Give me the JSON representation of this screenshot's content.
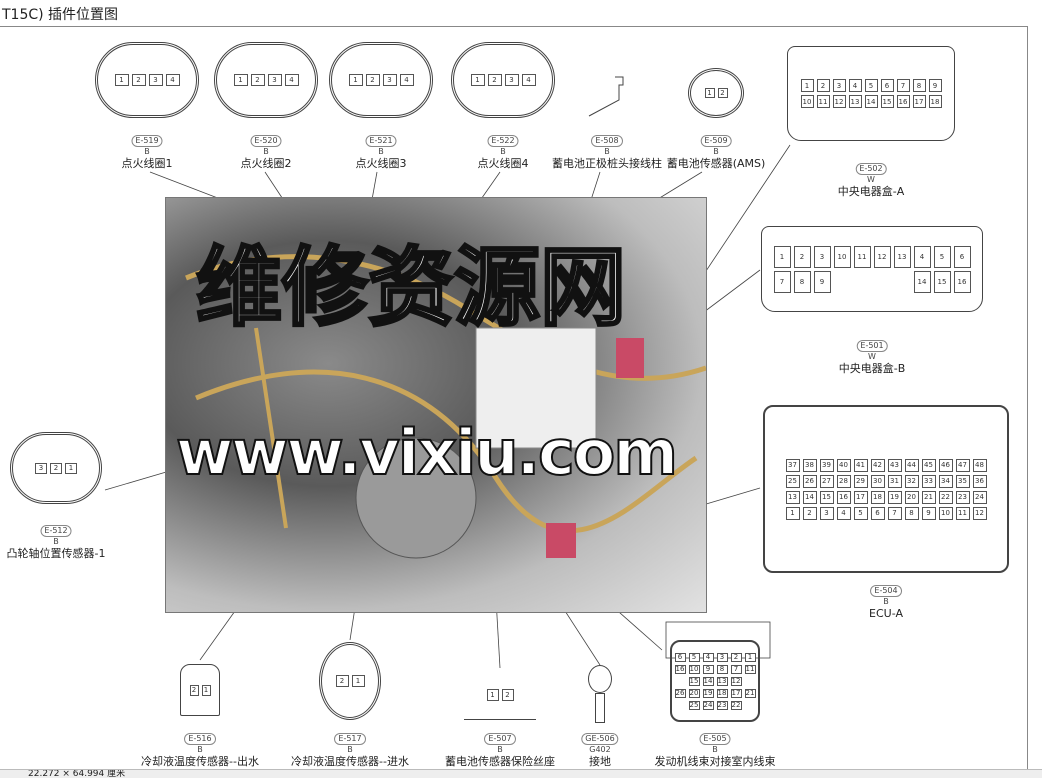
{
  "header": {
    "title": "T15C) 插件位置图"
  },
  "watermark": {
    "cn": "维修资源网",
    "url": "www.vixiu.com"
  },
  "connectors": [
    {
      "id": "e519",
      "code": "E-519",
      "color": "B",
      "name": "点火线圈1",
      "pins": [
        [
          "1",
          "2",
          "3",
          "4"
        ]
      ]
    },
    {
      "id": "e520",
      "code": "E-520",
      "color": "B",
      "name": "点火线圈2",
      "pins": [
        [
          "1",
          "2",
          "3",
          "4"
        ]
      ]
    },
    {
      "id": "e521",
      "code": "E-521",
      "color": "B",
      "name": "点火线圈3",
      "pins": [
        [
          "1",
          "2",
          "3",
          "4"
        ]
      ]
    },
    {
      "id": "e522",
      "code": "E-522",
      "color": "B",
      "name": "点火线圈4",
      "pins": [
        [
          "1",
          "2",
          "3",
          "4"
        ]
      ]
    },
    {
      "id": "e508",
      "code": "E-508",
      "color": "B",
      "name": "蓄电池正极桩头接线柱",
      "pins": []
    },
    {
      "id": "e509",
      "code": "E-509",
      "color": "B",
      "name": "蓄电池传感器(AMS)",
      "pins": [
        [
          "1",
          "2"
        ]
      ]
    },
    {
      "id": "e502",
      "code": "E-502",
      "color": "W",
      "name": "中央电器盒-A",
      "pins": [
        [
          "1",
          "2",
          "3",
          "4",
          "5",
          "6",
          "7",
          "8",
          "9"
        ],
        [
          "10",
          "11",
          "12",
          "13",
          "14",
          "15",
          "16",
          "17",
          "18"
        ]
      ]
    },
    {
      "id": "e501",
      "code": "E-501",
      "color": "W",
      "name": "中央电器盒-B",
      "pins": [
        [
          "1",
          "2",
          "3",
          "10",
          "11",
          "12",
          "13",
          "4",
          "5",
          "6"
        ],
        [
          "7",
          "8",
          "9",
          "",
          "",
          "",
          "",
          "14",
          "15",
          "16"
        ]
      ]
    },
    {
      "id": "e504",
      "code": "E-504",
      "color": "B",
      "name": "ECU-A",
      "pins": [
        [
          "37",
          "38",
          "39",
          "40",
          "41",
          "42",
          "43",
          "44",
          "45",
          "46",
          "47",
          "48"
        ],
        [
          "25",
          "26",
          "27",
          "28",
          "29",
          "30",
          "31",
          "32",
          "33",
          "34",
          "35",
          "36"
        ],
        [
          "13",
          "14",
          "15",
          "16",
          "17",
          "18",
          "19",
          "20",
          "21",
          "22",
          "23",
          "24"
        ],
        [
          "1",
          "2",
          "3",
          "4",
          "5",
          "6",
          "7",
          "8",
          "9",
          "10",
          "11",
          "12"
        ]
      ]
    },
    {
      "id": "e512",
      "code": "E-512",
      "color": "B",
      "name": "凸轮轴位置传感器-1",
      "pins": [
        [
          "3",
          "2",
          "1"
        ]
      ]
    },
    {
      "id": "e516",
      "code": "E-516",
      "color": "B",
      "name": "冷却液温度传感器--出水",
      "pins": [
        [
          "2",
          "1"
        ]
      ]
    },
    {
      "id": "e517",
      "code": "E-517",
      "color": "B",
      "name": "冷却液温度传感器--进水",
      "pins": [
        [
          "2",
          "1"
        ]
      ]
    },
    {
      "id": "e507",
      "code": "E-507",
      "color": "B",
      "name": "蓄电池传感器保险丝座",
      "pins": [
        [
          "1",
          "2"
        ]
      ]
    },
    {
      "id": "ge506",
      "code": "GE-506",
      "color": "G402",
      "name": "接地",
      "pins": []
    },
    {
      "id": "e505",
      "code": "E-505",
      "color": "B",
      "name": "发动机线束对接室内线束",
      "pins": [
        [
          "6",
          "5",
          "4",
          "3",
          "2",
          "1"
        ],
        [
          "16",
          "10",
          "9",
          "8",
          "7",
          "11"
        ],
        [
          "",
          "15",
          "14",
          "13",
          "12",
          ""
        ],
        [
          "26",
          "20",
          "19",
          "18",
          "17",
          "21"
        ],
        [
          "",
          "25",
          "24",
          "23",
          "22",
          ""
        ]
      ]
    }
  ],
  "statusbar": {
    "size": "22.272 × 64.994 厘米"
  }
}
